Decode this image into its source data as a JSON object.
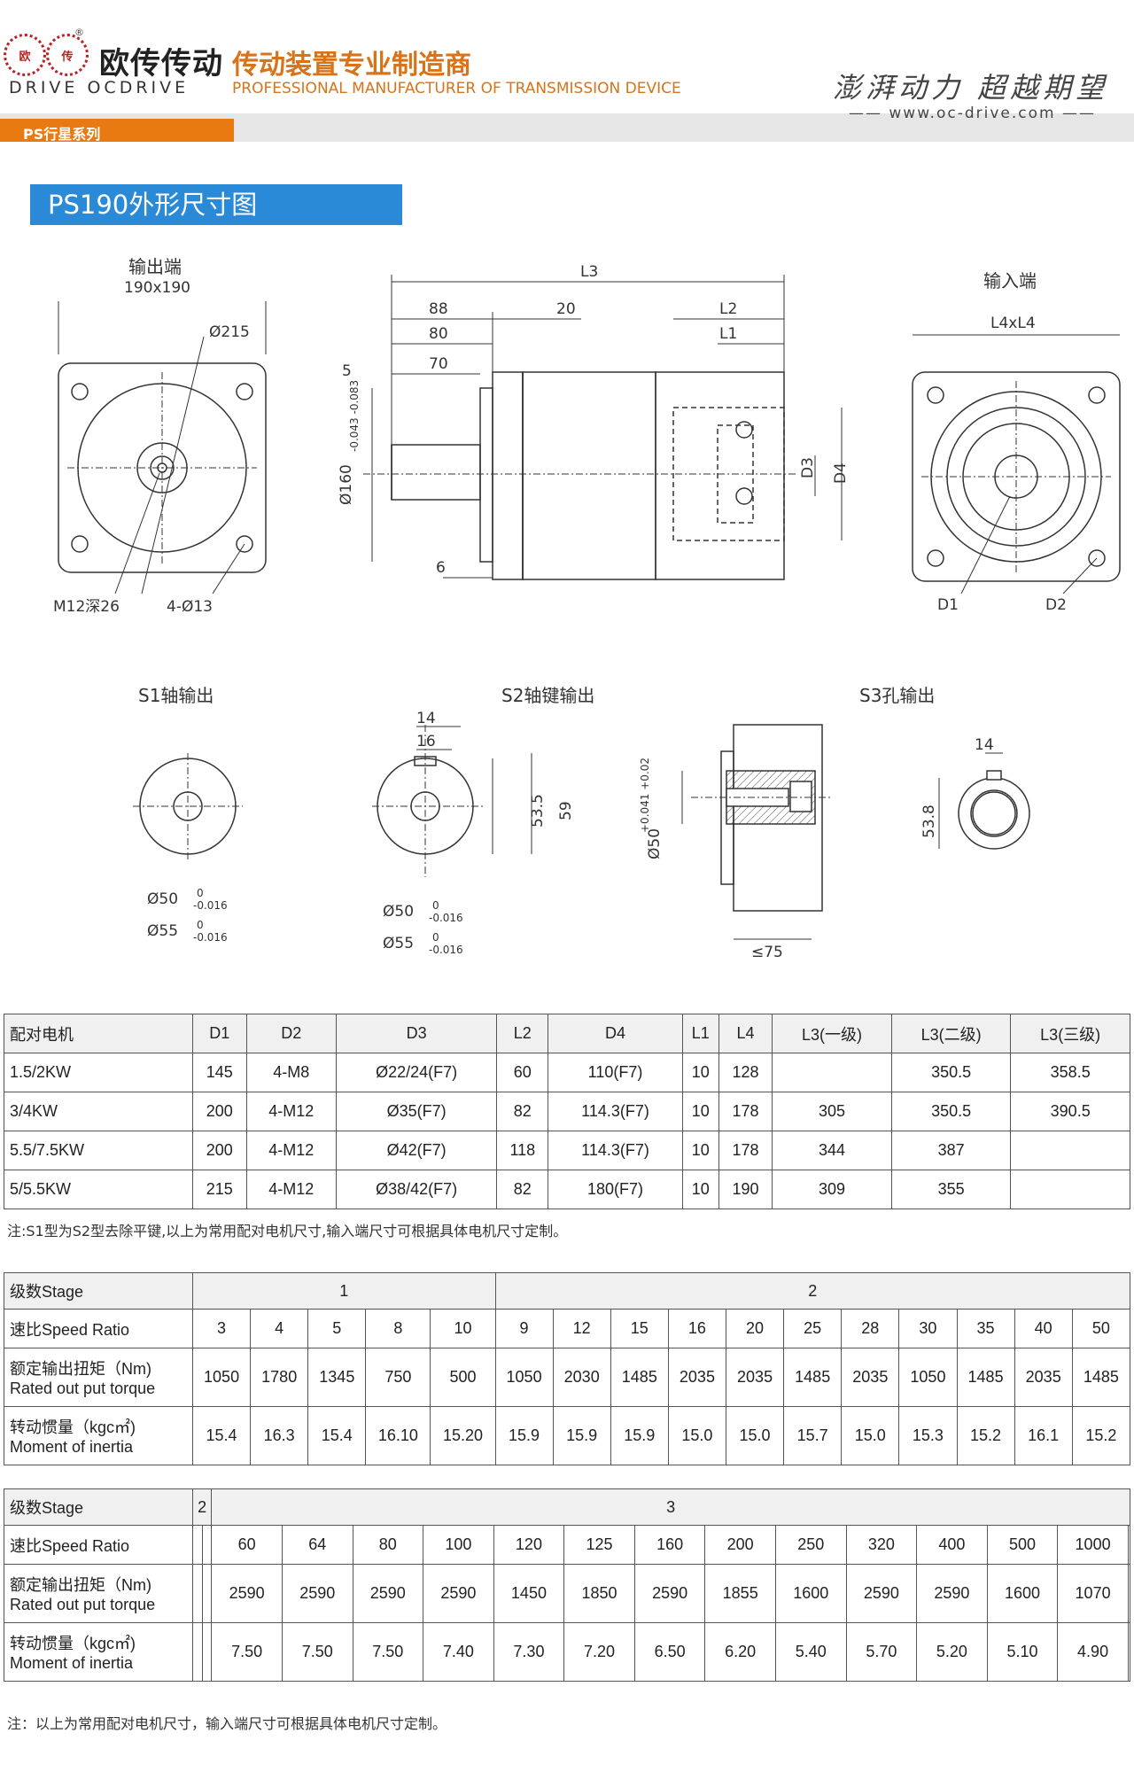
{
  "header": {
    "logo_char_left": "欧",
    "logo_char_right": "传",
    "brand_cn": "欧传传动",
    "brand_en": "DRIVE OCDRIVE",
    "reg_mark": "®",
    "tagline_cn": "传动装置专业制造商",
    "tagline_en": "PROFESSIONAL MANUFACTURER OF TRANSMISSION DEVICE",
    "slogan": "澎湃动力 超越期望",
    "website": "www.oc-drive.com",
    "series": "PS行星系列"
  },
  "section_title": "PS190外形尺寸图",
  "drawing": {
    "output_end": "输出端",
    "output_size": "190x190",
    "d215": "Ø215",
    "m12": "M12深26",
    "holes": "4-Ø13",
    "L3": "L3",
    "d88": "88",
    "d20": "20",
    "d80": "80",
    "d70": "70",
    "d5": "5",
    "d6": "6",
    "L2": "L2",
    "L1": "L1",
    "D3": "D3",
    "D4": "D4",
    "d160": "Ø160",
    "d160_tol": "-0.043 -0.083",
    "input_end": "输入端",
    "L4xL4": "L4xL4",
    "D1": "D1",
    "D2": "D2",
    "s1": "S1轴输出",
    "s2": "S2轴键输出",
    "s3": "S3孔输出",
    "s1_d50": "Ø50",
    "s1_d55": "Ø55",
    "tol_0": "0",
    "tol_016": "-0.016",
    "s2_14": "14",
    "s2_16": "16",
    "s2_535": "53.5",
    "s2_59": "59",
    "s3_d50": "Ø50",
    "s3_tol": "+0.041 +0.02",
    "s3_75": "≤75",
    "s3_14": "14",
    "s3_538": "53.8"
  },
  "table1": {
    "headers": [
      "配对电机",
      "D1",
      "D2",
      "D3",
      "L2",
      "D4",
      "L1",
      "L4",
      "L3(一级)",
      "L3(二级)",
      "L3(三级)"
    ],
    "rows": [
      [
        "1.5/2KW",
        "145",
        "4-M8",
        "Ø22/24(F7)",
        "60",
        "110(F7)",
        "10",
        "128",
        "",
        "350.5",
        "358.5"
      ],
      [
        "3/4KW",
        "200",
        "4-M12",
        "Ø35(F7)",
        "82",
        "114.3(F7)",
        "10",
        "178",
        "305",
        "350.5",
        "390.5"
      ],
      [
        "5.5/7.5KW",
        "200",
        "4-M12",
        "Ø42(F7)",
        "118",
        "114.3(F7)",
        "10",
        "178",
        "344",
        "387",
        ""
      ],
      [
        "5/5.5KW",
        "215",
        "4-M12",
        "Ø38/42(F7)",
        "82",
        "180(F7)",
        "10",
        "190",
        "309",
        "355",
        ""
      ]
    ],
    "note": "注:S1型为S2型去除平键,以上为常用配对电机尺寸,输入端尺寸可根据具体电机尺寸定制。"
  },
  "table2": {
    "stage_label": "级数Stage",
    "stage1": "1",
    "stage2": "2",
    "ratio_label": "速比Speed Ratio",
    "torque_label_cn": "额定输出扭矩（Nm)",
    "torque_label_en": "Rated out put torque",
    "inertia_label_cn": "转动惯量（kgc㎡)",
    "inertia_label_en": "Moment of inertia",
    "ratios": [
      "3",
      "4",
      "5",
      "8",
      "10",
      "9",
      "12",
      "15",
      "16",
      "20",
      "25",
      "28",
      "30",
      "35",
      "40",
      "50"
    ],
    "torque": [
      "1050",
      "1780",
      "1345",
      "750",
      "500",
      "1050",
      "2030",
      "1485",
      "2035",
      "2035",
      "1485",
      "2035",
      "1050",
      "1485",
      "2035",
      "1485"
    ],
    "inertia": [
      "15.4",
      "16.3",
      "15.4",
      "16.10",
      "15.20",
      "15.9",
      "15.9",
      "15.9",
      "15.0",
      "15.0",
      "15.7",
      "15.0",
      "15.3",
      "15.2",
      "16.1",
      "15.2"
    ]
  },
  "table3": {
    "stage_label": "级数Stage",
    "stage2": "2",
    "stage3": "3",
    "ratio_label": "速比Speed Ratio",
    "torque_label_cn": "额定输出扭矩（Nm)",
    "torque_label_en": "Rated out put torque",
    "inertia_label_cn": "转动惯量（kgc㎡)",
    "inertia_label_en": "Moment of inertia",
    "ratios": [
      "",
      "",
      "60",
      "64",
      "80",
      "100",
      "120",
      "125",
      "160",
      "200",
      "250",
      "320",
      "400",
      "500",
      "1000",
      ""
    ],
    "torque": [
      "",
      "",
      "2590",
      "2590",
      "2590",
      "2590",
      "1450",
      "1850",
      "2590",
      "1855",
      "1600",
      "2590",
      "2590",
      "1600",
      "1070",
      ""
    ],
    "inertia": [
      "",
      "",
      "7.50",
      "7.50",
      "7.50",
      "7.40",
      "7.30",
      "7.20",
      "6.50",
      "6.20",
      "5.40",
      "5.70",
      "5.20",
      "5.10",
      "4.90",
      ""
    ],
    "note": "注：以上为常用配对电机尺寸，输入端尺寸可根据具体电机尺寸定制。"
  }
}
